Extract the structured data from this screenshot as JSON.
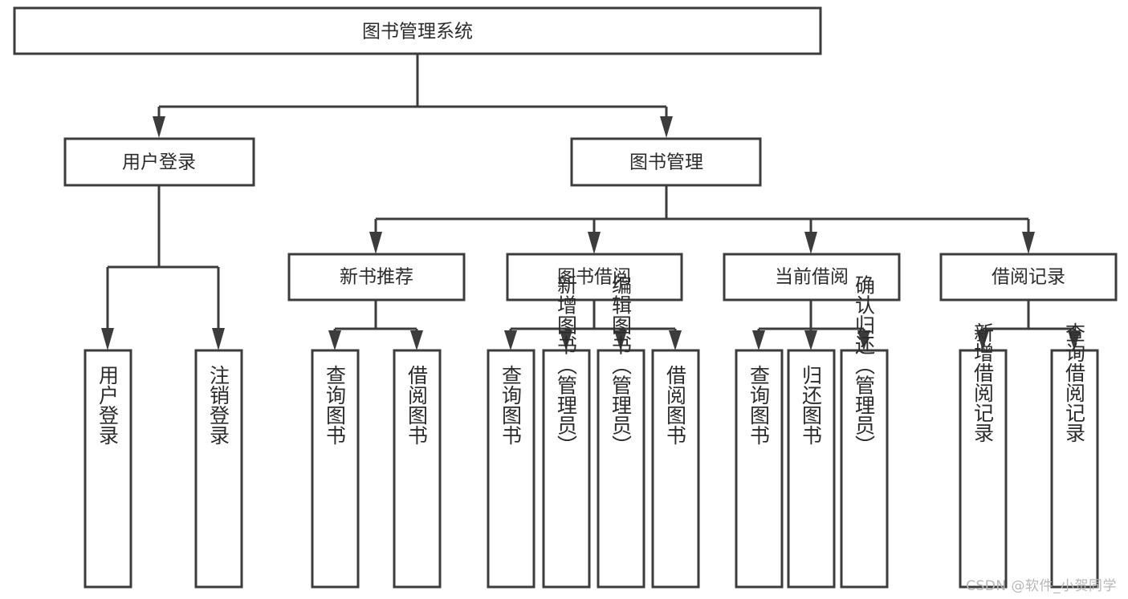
{
  "diagram": {
    "type": "tree",
    "title": "图书管理系统",
    "root": {
      "id": "root",
      "label": "图书管理系统"
    },
    "level2": [
      {
        "id": "user-login",
        "label": "用户登录"
      },
      {
        "id": "book-manage",
        "label": "图书管理"
      }
    ],
    "level3": [
      {
        "id": "new-book-recommend",
        "label": "新书推荐",
        "parent": "book-manage"
      },
      {
        "id": "book-borrow",
        "label": "图书借阅",
        "parent": "book-manage"
      },
      {
        "id": "current-borrow",
        "label": "当前借阅",
        "parent": "book-manage"
      },
      {
        "id": "borrow-record",
        "label": "借阅记录",
        "parent": "book-manage"
      }
    ],
    "leaves": [
      {
        "id": "leaf-user-login",
        "label": "用户登录",
        "parent": "user-login"
      },
      {
        "id": "leaf-logout",
        "label": "注销登录",
        "parent": "user-login"
      },
      {
        "id": "leaf-query-book-1",
        "label": "查询图书",
        "parent": "new-book-recommend"
      },
      {
        "id": "leaf-borrow-book-1",
        "label": "借阅图书",
        "parent": "new-book-recommend"
      },
      {
        "id": "leaf-query-book-2",
        "label": "查询图书",
        "parent": "book-borrow"
      },
      {
        "id": "leaf-add-book",
        "label": "新增图书（管理员）",
        "parent": "book-borrow"
      },
      {
        "id": "leaf-edit-book",
        "label": "编辑图书（管理员）",
        "parent": "book-borrow"
      },
      {
        "id": "leaf-borrow-book-2",
        "label": "借阅图书",
        "parent": "book-borrow"
      },
      {
        "id": "leaf-query-book-3",
        "label": "查询图书",
        "parent": "current-borrow"
      },
      {
        "id": "leaf-return-book",
        "label": "归还图书",
        "parent": "current-borrow"
      },
      {
        "id": "leaf-confirm-return",
        "label": "确认归还（管理员）",
        "parent": "current-borrow"
      },
      {
        "id": "leaf-add-record",
        "label": "新增借阅记录",
        "parent": "borrow-record"
      },
      {
        "id": "leaf-query-record",
        "label": "查询借阅记录",
        "parent": "borrow-record"
      }
    ],
    "colors": {
      "stroke": "#3c3c3c",
      "fill": "#ffffff",
      "text": "#2b2b2b",
      "watermark": "#b7b7b7"
    }
  },
  "watermark": {
    "text": "CSDN @软件_小贺同学"
  }
}
